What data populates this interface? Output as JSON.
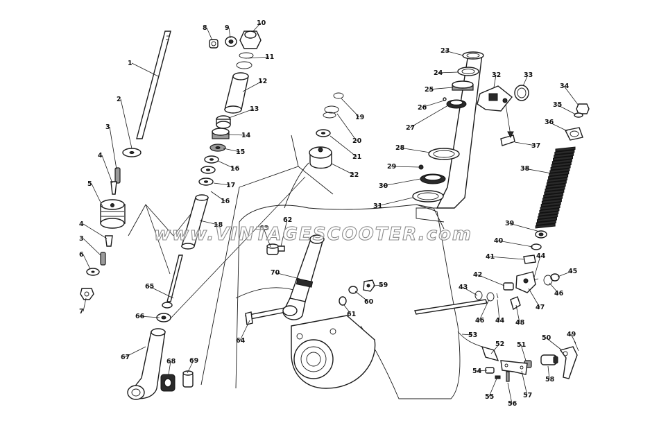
{
  "watermark": "www.VINTAGESCOOTER.com",
  "part_numbers": [
    "1",
    "2",
    "3",
    "4",
    "5",
    "4",
    "3",
    "6",
    "7",
    "8",
    "9",
    "10",
    "11",
    "12",
    "13",
    "14",
    "15",
    "16",
    "17",
    "16",
    "18",
    "19",
    "20",
    "21",
    "22",
    "23",
    "24",
    "25",
    "26",
    "27",
    "28",
    "29",
    "30",
    "31",
    "32",
    "33",
    "34",
    "35",
    "36",
    "37",
    "38",
    "39",
    "40",
    "41",
    "42",
    "43",
    "44",
    "44",
    "45",
    "46",
    "46",
    "47",
    "48",
    "49",
    "50",
    "51",
    "52",
    "53",
    "54",
    "55",
    "56",
    "57",
    "58",
    "59",
    "60",
    "61",
    "62",
    "63",
    "64",
    "65",
    "66",
    "67",
    "68",
    "69",
    "70"
  ]
}
